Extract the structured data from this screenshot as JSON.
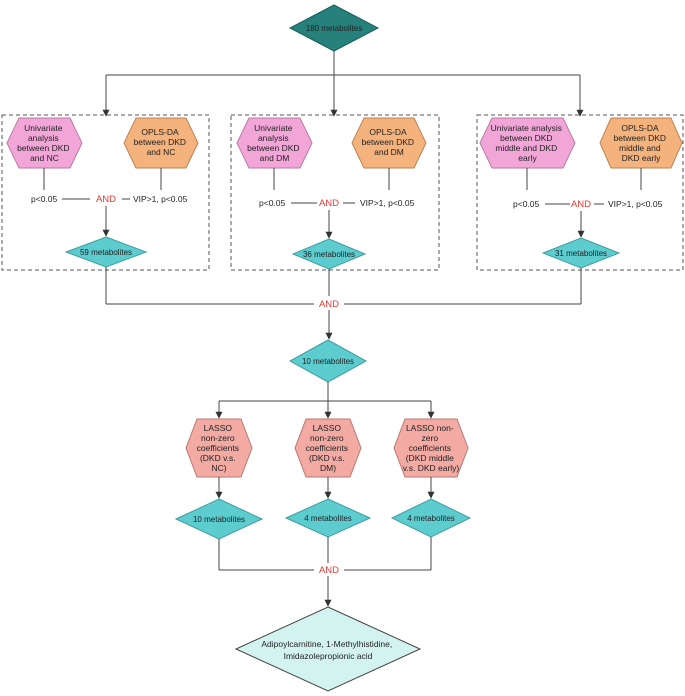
{
  "nodes": {
    "top": "180 metabolites",
    "g1_univariate": [
      "Univariate",
      "analysis",
      "between DKD",
      "and NC"
    ],
    "g1_opls": [
      "OPLS-DA",
      "between DKD",
      "and NC"
    ],
    "g1_p": "p<0.05",
    "g1_and": "AND",
    "g1_vip": "VIP>1,  p<0.05",
    "g1_result": "59 metabolites",
    "g2_univariate": [
      "Univariate",
      "analysis",
      "between DKD",
      "and DM"
    ],
    "g2_opls": [
      "OPLS-DA",
      "between DKD",
      "and DM"
    ],
    "g2_p": "p<0.05",
    "g2_and": "AND",
    "g2_vip": "VIP>1,  p<0.05",
    "g2_result": "36 metabolites",
    "g3_univariate": [
      "Univariate analysis",
      "between DKD",
      "middle and DKD",
      "early"
    ],
    "g3_opls": [
      "OPLS-DA",
      "between DKD",
      "middle and",
      "DKD early"
    ],
    "g3_p": "p<0.05",
    "g3_and": "AND",
    "g3_vip": "VIP>1,  p<0.05",
    "g3_result": "31 metabolites",
    "merge1_and": "AND",
    "mid": "10 metabolites",
    "lasso1": [
      "LASSO",
      "non-zero",
      "coefficients",
      "(DKD v.s.",
      "NC)"
    ],
    "lasso2": [
      "LASSO",
      "non-zero",
      "coefficients",
      "(DKD v.s.",
      "DM)"
    ],
    "lasso3": [
      "LASSO non-",
      "zero",
      "coefficients",
      "(DKD middle",
      "v.s. DKD early)"
    ],
    "lasso1_result": "10 metabolites",
    "lasso2_result": "4 metabolites",
    "lasso3_result": "4 metabolites",
    "merge2_and": "AND",
    "final": [
      "Adipoylcarnitine, 1-Methylhistidine,",
      "Imidazolepropionic acid"
    ]
  },
  "colors": {
    "top_fill": "#26817d",
    "teal": "#5ccccf",
    "pink": "#f2a6d8",
    "orange": "#f4b27d",
    "salmon": "#f2aaa3",
    "final": "#d3f3f1",
    "and": "#e53935"
  }
}
